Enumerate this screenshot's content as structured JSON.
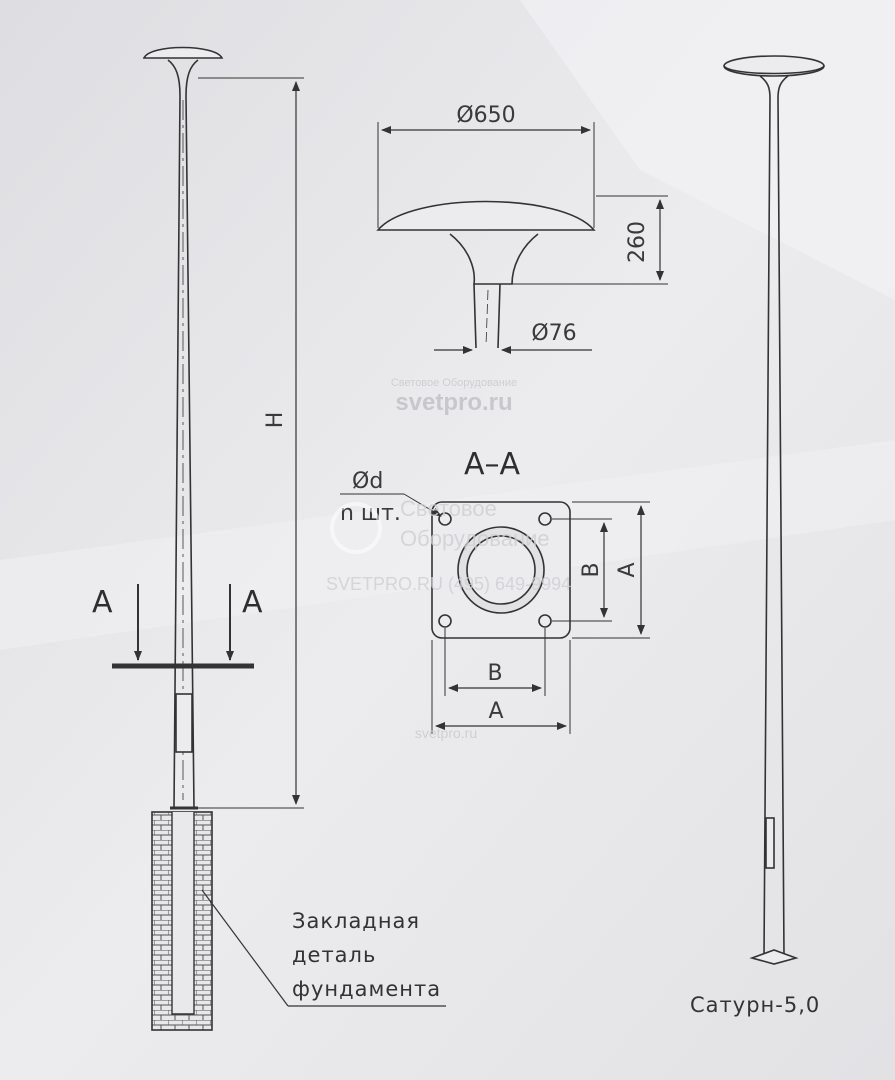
{
  "dimensions": {
    "cap_diameter": "Ø650",
    "cap_height": "260",
    "pipe_diameter": "Ø76",
    "height": "H",
    "hole_diameter": "Ød",
    "hole_count": "n шт.",
    "side_a": "A",
    "side_b": "B"
  },
  "section": {
    "title": "A–A",
    "marker": "A"
  },
  "foundation_label": [
    "Закладная",
    "деталь",
    "фундамента"
  ],
  "model_name": "Сатурн-5,0",
  "watermarks": {
    "center_small": "Световое Оборудование",
    "center_big": "svetpro.ru",
    "overlay_line1": "Световое",
    "overlay_line2": "Оборудование",
    "overlay_line3": "SVETPRO.RU  (495) 649-9994",
    "bottom": "svetpro.ru"
  }
}
